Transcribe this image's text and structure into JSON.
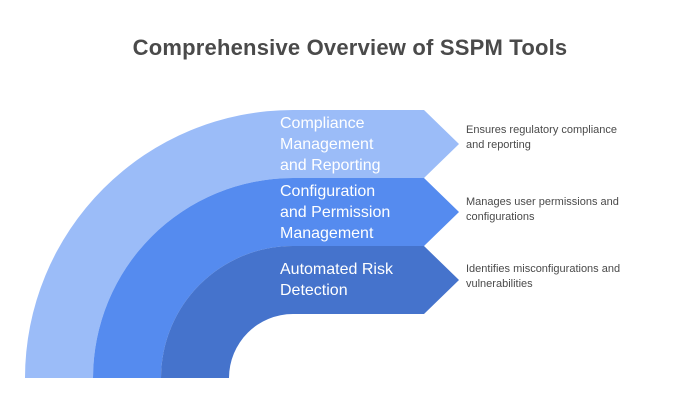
{
  "title": "Comprehensive Overview of SSPM Tools",
  "colors": {
    "background": "#ffffff",
    "title_text": "#4a4a4a",
    "description_text": "#4a4a4a",
    "label_text": "#ffffff",
    "band_outer": "#9bbcf8",
    "band_middle": "#558bef",
    "band_inner": "#4573cc"
  },
  "bands": [
    {
      "label_lines": [
        "Compliance",
        "Management",
        "and Reporting"
      ],
      "description_lines": [
        "Ensures regulatory compliance",
        "and reporting"
      ],
      "color": "#9bbcf8"
    },
    {
      "label_lines": [
        "Configuration",
        "and Permission",
        "Management"
      ],
      "description_lines": [
        "Manages user permissions and",
        "configurations"
      ],
      "color": "#558bef"
    },
    {
      "label_lines": [
        "Automated Risk",
        "Detection"
      ],
      "description_lines": [
        "Identifies misconfigurations and",
        "vulnerabilities"
      ],
      "color": "#4573cc"
    }
  ]
}
